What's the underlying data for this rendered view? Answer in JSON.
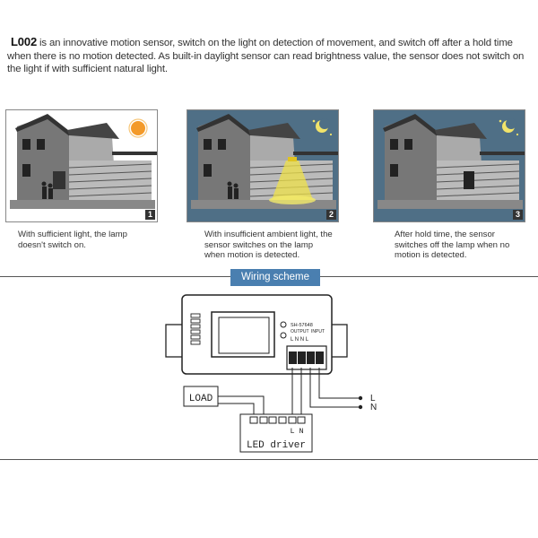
{
  "intro": {
    "model": "L002",
    "text": "is an innovative motion sensor, switch on the light on detection of movement, and switch off after a hold time when there is no motion detected. As built-in daylight sensor can read brightness value, the sensor does not switch on the light if with sufficient natural light."
  },
  "scenes": [
    {
      "number": "1",
      "caption": "With sufficient light, the lamp doesn't switch on."
    },
    {
      "number": "2",
      "caption": "With insufficient ambient light, the sensor switches on the lamp when motion is detected."
    },
    {
      "number": "3",
      "caption": "After hold time, the sensor switches off the lamp when no motion is detected."
    }
  ],
  "wiring": {
    "title": "Wiring scheme",
    "load_label": "LOAD",
    "driver_label": "LED driver",
    "driver_terminal_l": "L",
    "driver_terminal_n": "N",
    "device_model": "SH-57648",
    "device_output": "OUTPUT",
    "device_input": "INPUT",
    "device_terminals": "L  N  N  L",
    "mains_l": "L",
    "mains_n": "N"
  },
  "colors": {
    "accent": "#4a7fb0",
    "sun": "#f39a2a",
    "night_sky": "#4f6f86",
    "lamp_glow": "#efe24a"
  },
  "icons": [
    "sun-icon",
    "moon-icon",
    "star-icon"
  ]
}
